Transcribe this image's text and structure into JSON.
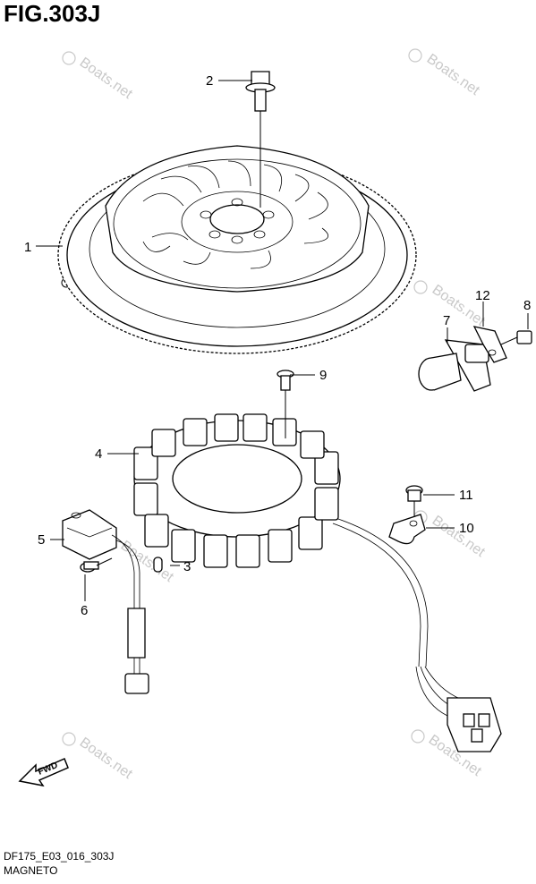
{
  "figure": {
    "title": "FIG.303J",
    "code": "DF175_E03_016_303J",
    "name": "MAGNETO"
  },
  "watermark": "Boats.net",
  "callouts": {
    "c1": "1",
    "c2": "2",
    "c3": "3",
    "c4": "4",
    "c5": "5",
    "c6": "6",
    "c7": "7",
    "c8": "8",
    "c9": "9",
    "c10": "10",
    "c11": "11",
    "c12": "12"
  },
  "fwd_label": "FWD"
}
